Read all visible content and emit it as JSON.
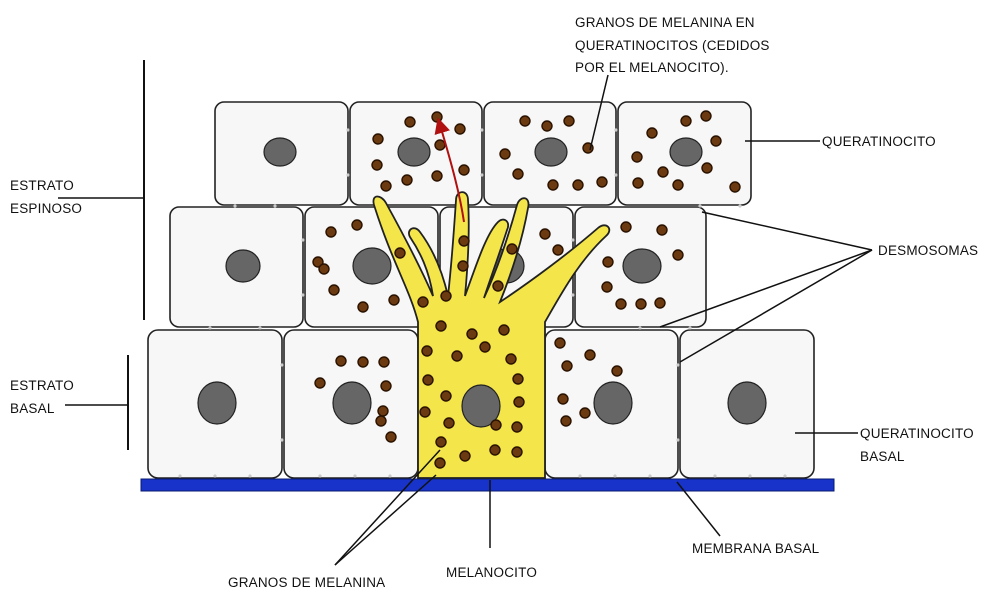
{
  "colors": {
    "cell_fill": "#f7f7f7",
    "cell_outline": "#222222",
    "nucleus": "#666666",
    "melanocyte": "#f4e64a",
    "melanin_granule": "#6b3a10",
    "basal_membrane": "#1733c9",
    "transfer_arrow": "#b01010"
  },
  "labels": {
    "granos_queratinocitos_line1": "GRANOS DE MELANINA EN",
    "granos_queratinocitos_line2": "QUERATINOCITOS (CEDIDOS",
    "granos_queratinocitos_line3": "POR EL MELANOCITO).",
    "queratinocito": "QUERATINOCITO",
    "estrato_espinoso_line1": "ESTRATO",
    "estrato_espinoso_line2": "ESPINOSO",
    "desmosomas": "DESMOSOMAS",
    "estrato_basal_line1": "ESTRATO",
    "estrato_basal_line2": "BASAL",
    "queratinocito_basal_line1": "QUERATINOCITO",
    "queratinocito_basal_line2": "BASAL",
    "membrana_basal": "MEMBRANA BASAL",
    "melanocito": "MELANOCITO",
    "granos_de_melanina": "GRANOS DE MELANINA"
  }
}
